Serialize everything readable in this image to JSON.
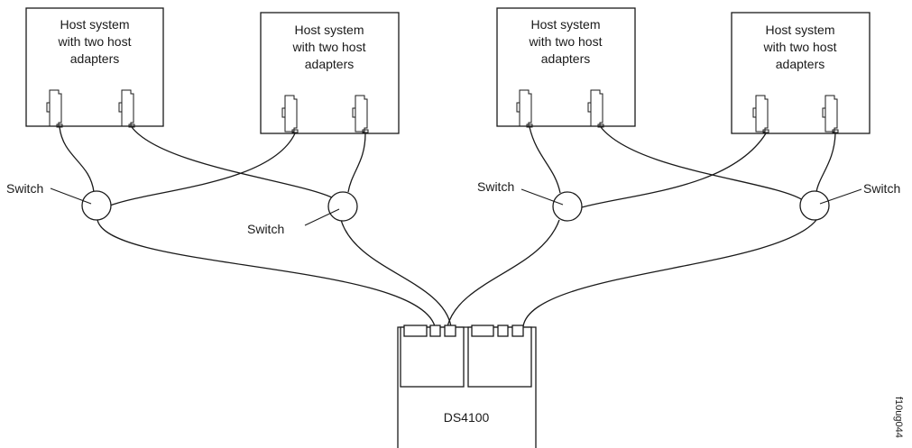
{
  "hosts": [
    {
      "line1": "Host system",
      "line2": "with two host",
      "line3": "adapters"
    },
    {
      "line1": "Host system",
      "line2": "with two host",
      "line3": "adapters"
    },
    {
      "line1": "Host system",
      "line2": "with two host",
      "line3": "adapters"
    },
    {
      "line1": "Host system",
      "line2": "with two host",
      "line3": "adapters"
    }
  ],
  "switches": [
    {
      "label": "Switch"
    },
    {
      "label": "Switch"
    },
    {
      "label": "Switch"
    },
    {
      "label": "Switch"
    }
  ],
  "storage": {
    "label": "DS4100"
  },
  "figure_id": "f10ug044"
}
